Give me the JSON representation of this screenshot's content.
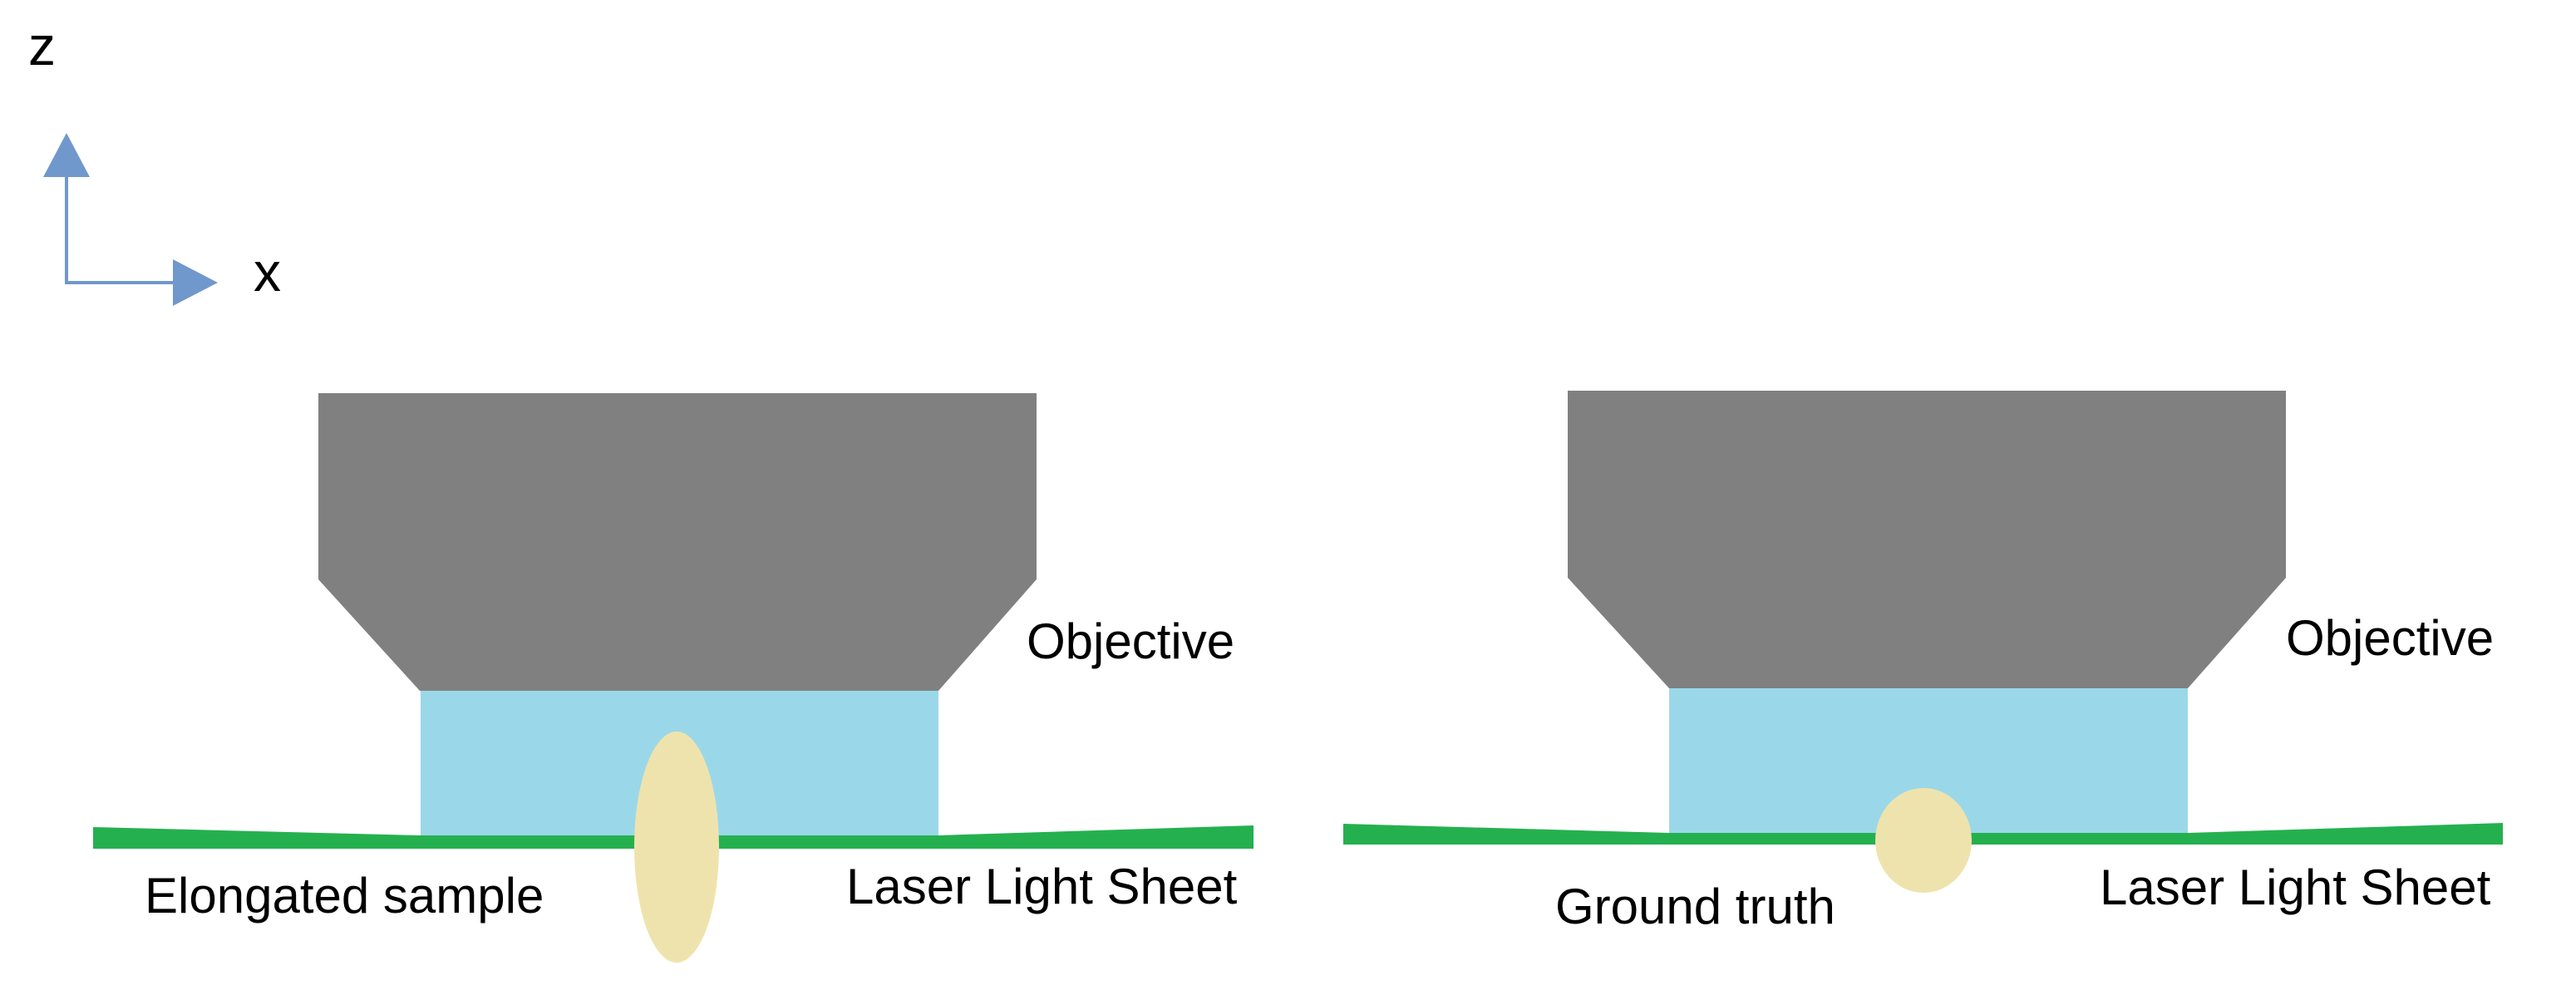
{
  "axes": {
    "z_label": "z",
    "x_label": "x"
  },
  "panels": [
    {
      "objective_label": "Objective",
      "sheet_label": "Laser Light Sheet",
      "sample_label": "Elongated sample"
    },
    {
      "objective_label": "Objective",
      "sheet_label": "Laser Light Sheet",
      "sample_label": "Ground truth"
    }
  ],
  "colors": {
    "objective": "#808080",
    "immersion": "#9ad8e9",
    "light_sheet": "#25b04f",
    "sample": "#efe3ad",
    "axis_arrow": "#7098cc",
    "text": "#000000"
  }
}
